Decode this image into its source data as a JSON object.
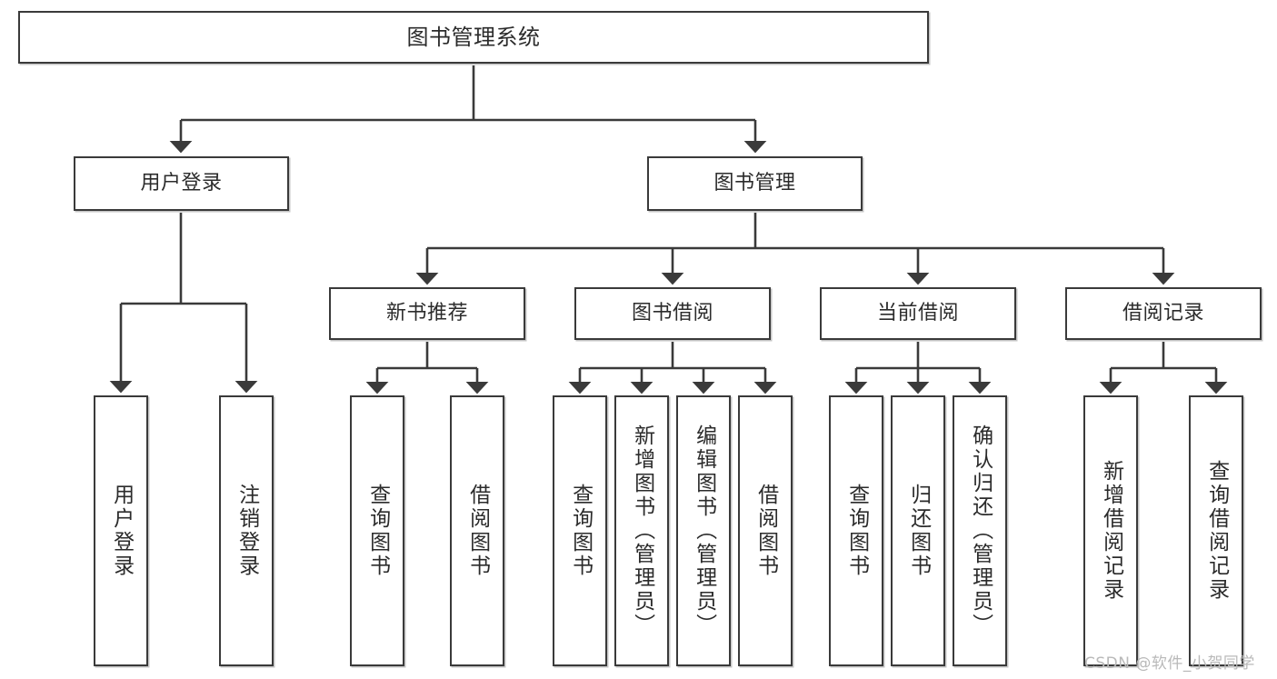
{
  "diagram": {
    "title": "图书管理系统",
    "type": "hierarchy-tree",
    "watermark": "CSDN @软件_小贺同学",
    "colors": {
      "stroke": "#3a3a3a",
      "box_fill": "#ffffff",
      "text": "#2b2b2b",
      "watermark": "#b9b9b9",
      "background": "#ffffff"
    },
    "levels": {
      "level1": [
        "图书管理系统"
      ],
      "level2": [
        "用户登录",
        "图书管理"
      ],
      "level3": [
        "新书推荐",
        "图书借阅",
        "当前借阅",
        "借阅记录"
      ],
      "level4": [
        "用户登录",
        "注销登录",
        "查询图书",
        "借阅图书",
        "查询图书",
        "新增图书（管理员）",
        "编辑图书（管理员）",
        "借阅图书",
        "查询图书",
        "归还图书",
        "确认归还（管理员）",
        "新增借阅记录",
        "查询借阅记录"
      ]
    },
    "nodes": {
      "root": {
        "label": "图书管理系统"
      },
      "user_login": {
        "label": "用户登录"
      },
      "book_manage": {
        "label": "图书管理"
      },
      "new_book_rec": {
        "label": "新书推荐"
      },
      "book_borrow": {
        "label": "图书借阅"
      },
      "current_borrow": {
        "label": "当前借阅"
      },
      "borrow_record": {
        "label": "借阅记录"
      },
      "leaf_user_login": {
        "label": "用户登录"
      },
      "leaf_logout": {
        "label": "注销登录"
      },
      "leaf_query_book_a": {
        "label": "查询图书"
      },
      "leaf_borrow_book_a": {
        "label": "借阅图书"
      },
      "leaf_query_book_b": {
        "label": "查询图书"
      },
      "leaf_add_book": {
        "label": "新增图书（管理员）"
      },
      "leaf_edit_book": {
        "label": "编辑图书（管理员）"
      },
      "leaf_borrow_book_b": {
        "label": "借阅图书"
      },
      "leaf_query_book_c": {
        "label": "查询图书"
      },
      "leaf_return_book": {
        "label": "归还图书"
      },
      "leaf_confirm_return": {
        "label": "确认归还（管理员）"
      },
      "leaf_add_record": {
        "label": "新增借阅记录"
      },
      "leaf_query_record": {
        "label": "查询借阅记录"
      }
    }
  }
}
